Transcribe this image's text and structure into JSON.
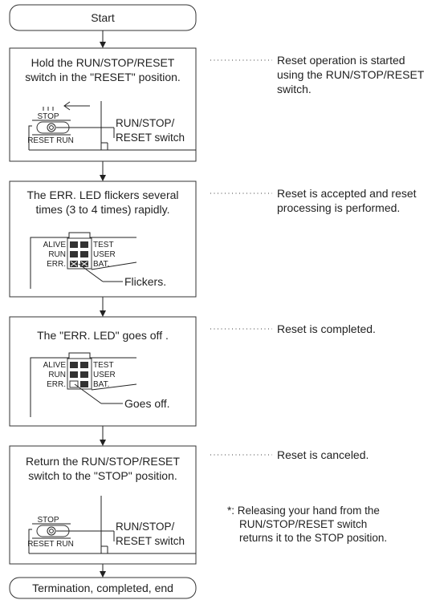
{
  "terminals": {
    "start": "Start",
    "end": "Termination, completed, end"
  },
  "steps": [
    {
      "lines": [
        "Hold the RUN/STOP/RESET",
        "switch in the \"RESET\" position."
      ],
      "note": [
        "Reset operation is started",
        "using the RUN/STOP/RESET",
        "switch."
      ]
    },
    {
      "lines": [
        "The ERR. LED flickers several",
        "times (3 to 4 times) rapidly."
      ],
      "note": [
        "Reset is accepted and reset",
        "processing is performed."
      ]
    },
    {
      "lines": [
        "The \"ERR. LED\" goes off ."
      ],
      "note": [
        "Reset is completed."
      ]
    },
    {
      "lines": [
        "Return the RUN/STOP/RESET",
        "switch to the \"STOP\" position."
      ],
      "note": [
        "Reset is canceled."
      ]
    }
  ],
  "switch_figure": {
    "stop": "STOP",
    "reset_run": "RESET RUN",
    "callout": [
      "RUN/STOP/",
      "RESET switch"
    ]
  },
  "led_figure": {
    "left_labels": [
      "ALIVE",
      "RUN",
      "ERR."
    ],
    "right_labels": [
      "TEST",
      "USER",
      "BAT."
    ],
    "callout_flicker": "Flickers.",
    "callout_off": "Goes off."
  },
  "footnote": [
    "*: Releasing your hand from the",
    "RUN/STOP/RESET switch",
    "returns it to the STOP position."
  ]
}
